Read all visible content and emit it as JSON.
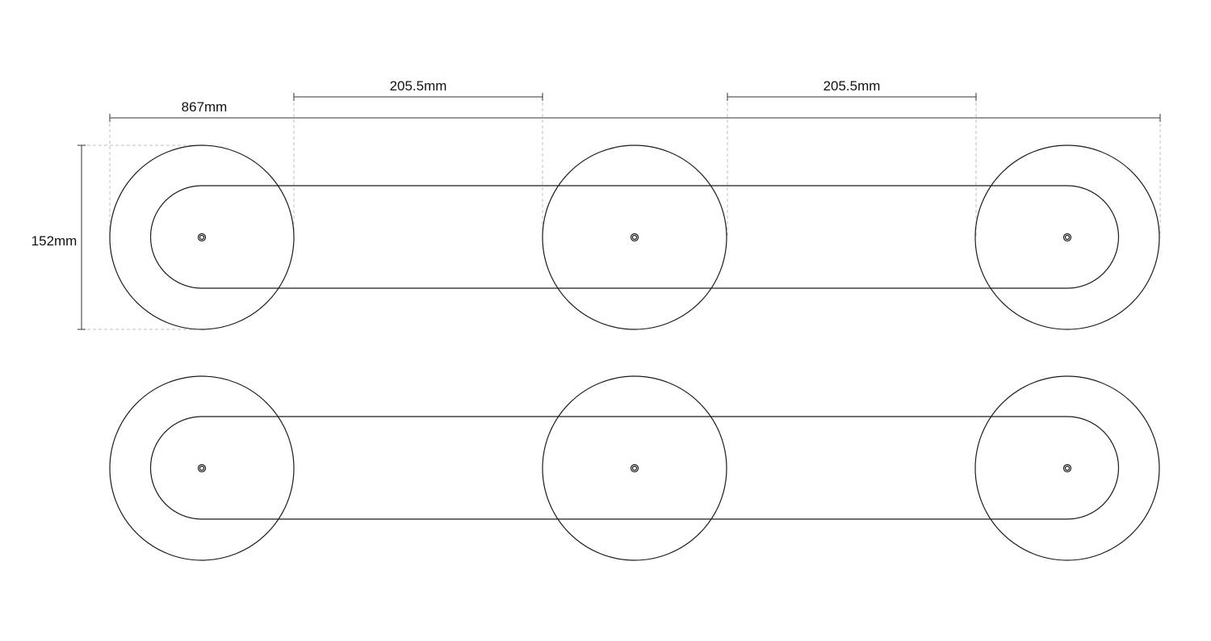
{
  "dimensions": {
    "overall_length": "867mm",
    "spacing_left": "205.5mm",
    "spacing_right": "205.5mm",
    "height": "152mm"
  },
  "colors": {
    "line": "#1a1a1a",
    "extension": "#bdbdbd"
  }
}
